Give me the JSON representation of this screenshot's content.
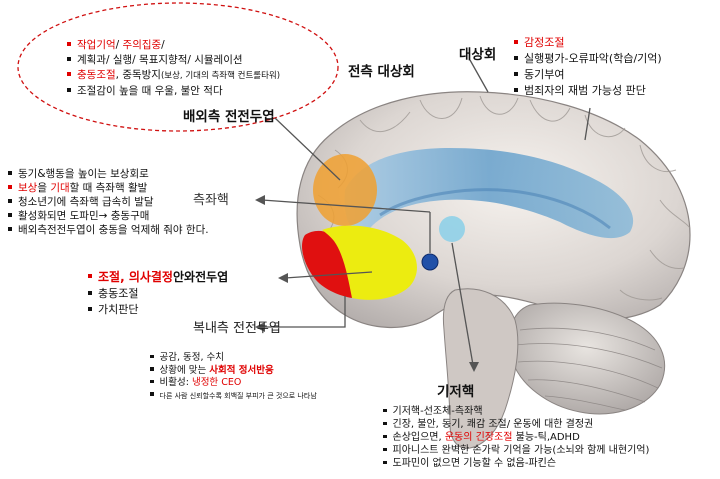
{
  "colors": {
    "accent_red": "#e00000",
    "lateral_pfc": "#f0a030",
    "ofc_red": "#e01010",
    "ofc_yellow": "#ecec10",
    "acc_blue": "#7ab0d8",
    "nucleus": "#2050a8",
    "basal": "#8fd0e8"
  },
  "icons": {
    "brain": "brain-illustration",
    "arrow": "arrow-icon"
  },
  "labels": {
    "lateral_pfc": "배외측 전전두엽",
    "temporal": "전측 대상회",
    "acc": "대상회",
    "vs": "측좌핵",
    "ofc_bold": "조절, 의사결정",
    "ofc_rest": "안와전두엽",
    "vmpfc": "복내측 전전두엽",
    "basal": "기저핵"
  },
  "dlpfc_items": [
    {
      "parts": [
        {
          "t": "작업기억",
          "red": true
        },
        {
          "t": "/ ",
          "red": false
        },
        {
          "t": "주의집중",
          "red": true
        },
        {
          "t": "/",
          "red": false
        }
      ],
      "red_bullet": true
    },
    {
      "parts": [
        {
          "t": "계획과/ 실행/ 목표지향적/ 시뮬레이션",
          "red": false
        }
      ],
      "red_bullet": false
    },
    {
      "parts": [
        {
          "t": "충동조절",
          "red": true
        },
        {
          "t": ", 중독방지",
          "red": false
        },
        {
          "t": "(보상, 기대의 측좌핵 컨트롤타워)",
          "red": false,
          "small": true
        }
      ],
      "red_bullet": true
    },
    {
      "parts": [
        {
          "t": "조절감이 높을 때 우울, 불안 적다",
          "red": false
        }
      ],
      "red_bullet": false
    }
  ],
  "acc_items": [
    {
      "parts": [
        {
          "t": "감정조절",
          "red": true
        }
      ],
      "red_bullet": true
    },
    {
      "parts": [
        {
          "t": "실행평가-오류파악(학습/기억)",
          "red": false
        }
      ],
      "red_bullet": false
    },
    {
      "parts": [
        {
          "t": "동기부여",
          "red": false
        }
      ],
      "red_bullet": false
    },
    {
      "parts": [
        {
          "t": "범죄자의 재범 가능성 판단",
          "red": false
        }
      ],
      "red_bullet": false
    }
  ],
  "vs_items": [
    {
      "parts": [
        {
          "t": "동기&행동을 높이는 보상회로",
          "red": false
        }
      ],
      "red_bullet": false
    },
    {
      "parts": [
        {
          "t": "보상",
          "red": true
        },
        {
          "t": "을 ",
          "red": false
        },
        {
          "t": "기대",
          "red": true
        },
        {
          "t": "할 때 측좌핵 활발",
          "red": false
        }
      ],
      "red_bullet": true
    },
    {
      "parts": [
        {
          "t": "청소년기에 측좌핵 급속히 발달",
          "red": false
        }
      ],
      "red_bullet": false
    },
    {
      "parts": [
        {
          "t": "활성화되면 도파민→ 충동구매",
          "red": false
        }
      ],
      "red_bullet": false
    },
    {
      "parts": [
        {
          "t": "배외측전전두엽이 충동을 억제해 줘야 한다.",
          "red": false
        }
      ],
      "red_bullet": false
    }
  ],
  "ofc_items": [
    {
      "parts": [
        {
          "t": "충동조절",
          "red": false
        }
      ],
      "red_bullet": false
    },
    {
      "parts": [
        {
          "t": "가치판단",
          "red": false
        }
      ],
      "red_bullet": false
    }
  ],
  "vmpfc_items": [
    {
      "parts": [
        {
          "t": "공감, 동정, 수치",
          "red": false
        }
      ],
      "red_bullet": false
    },
    {
      "parts": [
        {
          "t": "상황에 맞는 ",
          "red": false
        },
        {
          "t": "사회적 정서반응",
          "red": true,
          "bold": true
        }
      ],
      "red_bullet": false
    },
    {
      "parts": [
        {
          "t": "비활성: ",
          "red": false
        },
        {
          "t": "냉정한 CEO",
          "red": true
        }
      ],
      "red_bullet": false
    },
    {
      "parts": [
        {
          "t": "다른 사람 신뢰할수록 회백질 부피가 큰 것으로 나타남",
          "red": false,
          "tiny": true
        }
      ],
      "red_bullet": false
    }
  ],
  "basal_items": [
    {
      "parts": [
        {
          "t": "기저핵-선조체-측좌핵",
          "red": false
        }
      ],
      "red_bullet": false
    },
    {
      "parts": [
        {
          "t": "긴장, 불안, 동기, 쾌감 조절/ 운동에 대한 결정권",
          "red": false
        }
      ],
      "red_bullet": false
    },
    {
      "parts": [
        {
          "t": "손상입으면, ",
          "red": false
        },
        {
          "t": "운동의 긴장조절",
          "red": true
        },
        {
          "t": " 불능-틱,ADHD",
          "red": false
        }
      ],
      "red_bullet": false
    },
    {
      "parts": [
        {
          "t": "피아니스트 완벽한 손가락 기억을 가능(소뇌와 함께 내현기억)",
          "red": false
        }
      ],
      "red_bullet": false
    },
    {
      "parts": [
        {
          "t": "도파민이 없으면 기능할 수 없음-파킨슨",
          "red": false
        }
      ],
      "red_bullet": false
    }
  ]
}
